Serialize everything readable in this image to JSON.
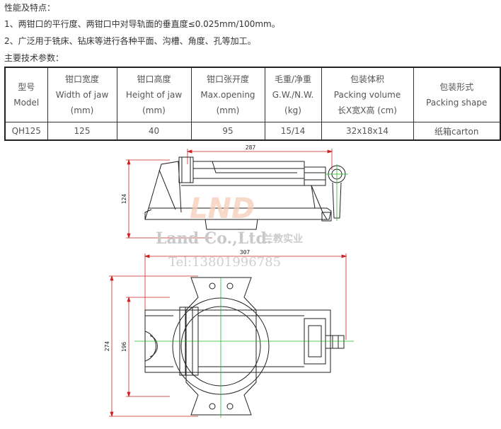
{
  "intro": {
    "heading": "性能及特点：",
    "feature1": "1、两钳口的平行度、两钳口中对导轨面的垂直度≤0.025mm/100mm。",
    "feature2": "2、广泛用于铣床、钻床等进行各种平面、沟槽、角度、孔等加工。",
    "params_heading": "主要技术参数："
  },
  "table": {
    "headers": [
      {
        "zh": "型号",
        "en": "Model",
        "unit": ""
      },
      {
        "zh": "钳口宽度",
        "en": "Width of jaw",
        "unit": "(mm)"
      },
      {
        "zh": "钳口高度",
        "en": "Height of jaw",
        "unit": "(mm)"
      },
      {
        "zh": "钳口张开度",
        "en": "Max.opening",
        "unit": "(mm)"
      },
      {
        "zh": "毛重/净重",
        "en": "G.W./N.W.",
        "unit": "(kg)"
      },
      {
        "zh": "包装体积",
        "en": "Packing volume",
        "unit": "长X宽X高 (cm)"
      },
      {
        "zh": "包装形式",
        "en": "Packing shape",
        "unit": ""
      }
    ],
    "rows": [
      [
        "QH125",
        "125",
        "40",
        "95",
        "15/14",
        "32x18x14",
        "纸箱carton"
      ]
    ]
  },
  "drawing": {
    "dim_side_length": "287",
    "dim_side_height": "124",
    "dim_top_length": "307",
    "dim_top_width_outer": "274",
    "dim_top_width_inner": "196",
    "line_color": "#222222",
    "dim_color": "#cc2222",
    "center_color": "#22bb22"
  },
  "watermark": {
    "logo": "LND",
    "company": "Land Co.,Ltd.",
    "company_cn": "兰教实业",
    "tel": "Tel:13801996785"
  }
}
